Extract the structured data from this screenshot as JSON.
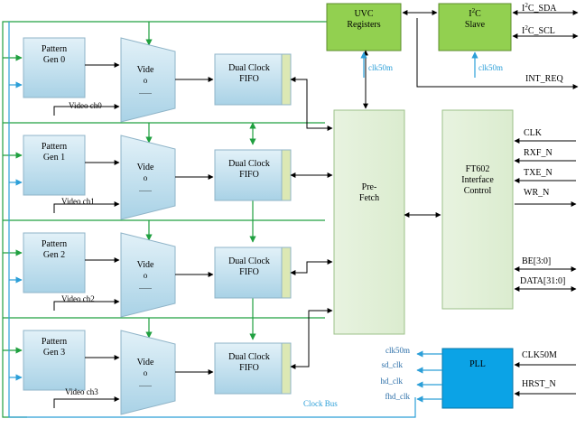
{
  "uvc": {
    "line1": "UVC",
    "line2": "Registers"
  },
  "i2c": {
    "line1": "I",
    "sup": "2",
    "line1b": "C",
    "line2": "Slave"
  },
  "clk_uvc": "clk50m",
  "clk_i2c": "clk50m",
  "i2c_sda": {
    "pre": "I",
    "sup": "2",
    "post": "C_SDA"
  },
  "i2c_scl": {
    "pre": "I",
    "sup": "2",
    "post": "C_SCL"
  },
  "int_req": "INT_REQ",
  "channels": [
    {
      "pattern_line1": "Pattern",
      "pattern_line2": "Gen 0",
      "mux": "Vide",
      "mux_o": "o",
      "fifo_line1": "Dual Clock",
      "fifo_line2": "FIFO",
      "video": "Video ch0"
    },
    {
      "pattern_line1": "Pattern",
      "pattern_line2": "Gen 1",
      "mux": "Vide",
      "mux_o": "o",
      "fifo_line1": "Dual Clock",
      "fifo_line2": "FIFO",
      "video": "Video ch1"
    },
    {
      "pattern_line1": "Pattern",
      "pattern_line2": "Gen 2",
      "mux": "Vide",
      "mux_o": "o",
      "fifo_line1": "Dual Clock",
      "fifo_line2": "FIFO",
      "video": "Video ch2"
    },
    {
      "pattern_line1": "Pattern",
      "pattern_line2": "Gen 3",
      "mux": "Vide",
      "mux_o": "o",
      "fifo_line1": "Dual Clock",
      "fifo_line2": "FIFO",
      "video": "Video ch3"
    }
  ],
  "prefetch": {
    "line1": "Pre-",
    "line2": "Fetch"
  },
  "ft602": {
    "line1": "FT602",
    "line2": "Interface",
    "line3": "Control"
  },
  "ft_signals": {
    "clk": "CLK",
    "rxf": "RXF_N",
    "txe": "TXE_N",
    "wr": "WR_N",
    "be": "BE[3:0]",
    "data": "DATA[31:0]"
  },
  "pll": {
    "label": "PLL",
    "in_clk": "CLK50M",
    "in_rst": "HRST_N",
    "outputs": [
      "clk50m",
      "sd_clk",
      "hd_clk",
      "fhd_clk"
    ]
  },
  "clock_bus": "Clock Bus",
  "colors": {
    "block_fill": "#b9dcea",
    "block_stroke": "#8fb4c8",
    "green_fill": "#92d050",
    "green_stroke": "#5d8e2c",
    "wire_green": "#20a040",
    "wire_blue": "#2c9fd8",
    "pll_fill": "#0ba3e6",
    "fifo_side": "#dce8b4"
  }
}
